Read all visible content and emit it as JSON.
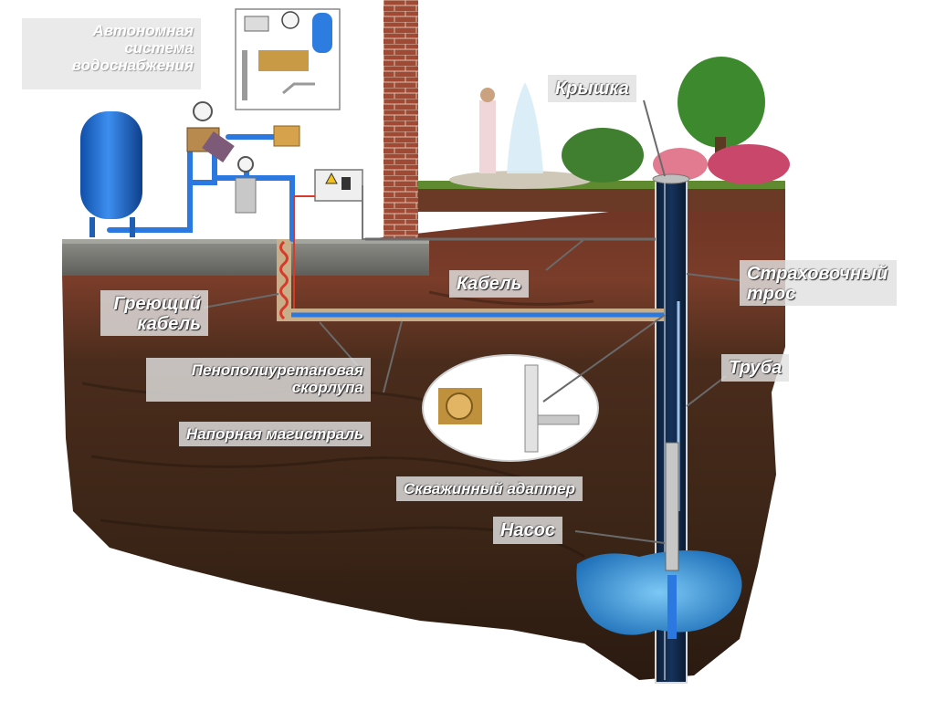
{
  "title": {
    "line1": "Автономная",
    "line2": "система",
    "line3": "водоснабжения"
  },
  "labels": {
    "cover": "Крышка",
    "cable": "Кабель",
    "safety_rope_line1": "Страховочный",
    "safety_rope_line2": "трос",
    "heating_cable_line1": "Греющий",
    "heating_cable_line2": "кабель",
    "pipe": "Труба",
    "foam_shell_line1": "Пенополиуретановая",
    "foam_shell_line2": "скорлупа",
    "pressure_main": "Напорная магистраль",
    "well_adapter": "Скважинный адаптер",
    "pump": "Насос"
  },
  "colors": {
    "tank_blue": "#1f6fd1",
    "pipe_blue": "#2a78e0",
    "soil_dark": "#3b2517",
    "soil_red": "#7a3d2a",
    "grass": "#5f8a2f",
    "water": "#2b8fd6",
    "brick": "#a04a35",
    "heating_cable": "#d63a2a"
  }
}
